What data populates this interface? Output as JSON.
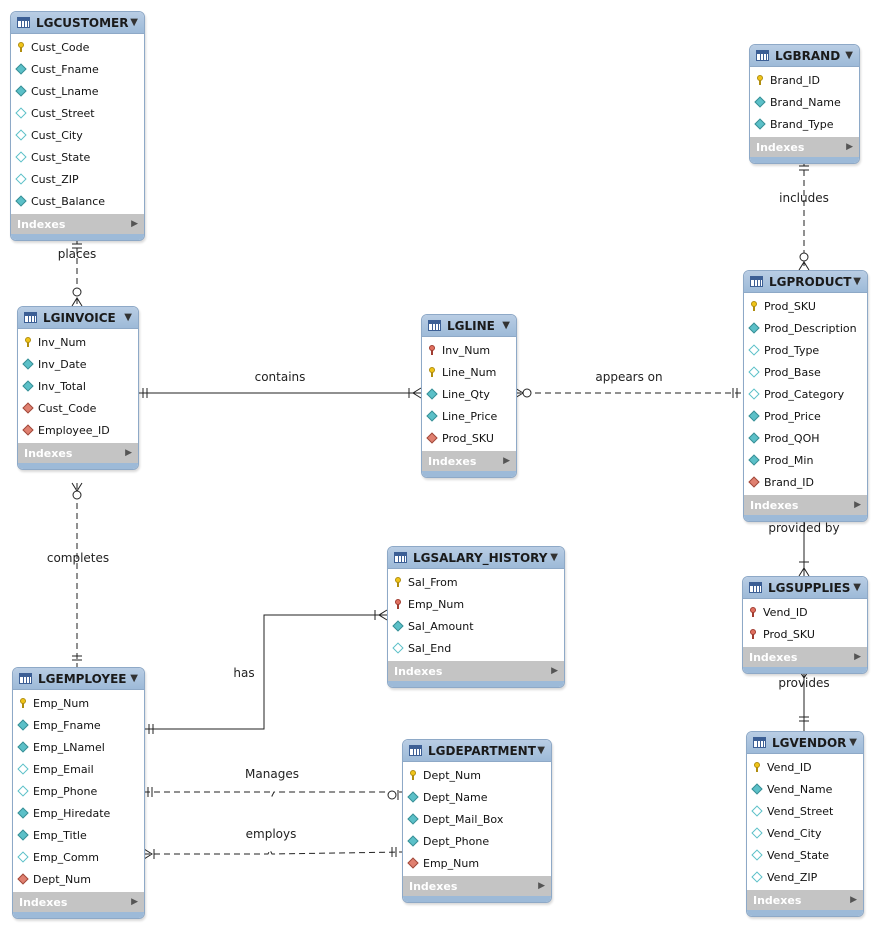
{
  "indexes_label": "Indexes",
  "tables": {
    "lgcustomer": {
      "title": "LGCUSTOMER",
      "columns": [
        {
          "name": "Cust_Code",
          "key": "pk"
        },
        {
          "name": "Cust_Fname",
          "key": "nn"
        },
        {
          "name": "Cust_Lname",
          "key": "nn"
        },
        {
          "name": "Cust_Street",
          "key": "nl"
        },
        {
          "name": "Cust_City",
          "key": "nl"
        },
        {
          "name": "Cust_State",
          "key": "nl"
        },
        {
          "name": "Cust_ZIP",
          "key": "nl"
        },
        {
          "name": "Cust_Balance",
          "key": "nn"
        }
      ]
    },
    "lgbrand": {
      "title": "LGBRAND",
      "columns": [
        {
          "name": "Brand_ID",
          "key": "pk"
        },
        {
          "name": "Brand_Name",
          "key": "nn"
        },
        {
          "name": "Brand_Type",
          "key": "nn"
        }
      ]
    },
    "lginvoice": {
      "title": "LGINVOICE",
      "columns": [
        {
          "name": "Inv_Num",
          "key": "pk"
        },
        {
          "name": "Inv_Date",
          "key": "nn"
        },
        {
          "name": "Inv_Total",
          "key": "nn"
        },
        {
          "name": "Cust_Code",
          "key": "fk"
        },
        {
          "name": "Employee_ID",
          "key": "fk"
        }
      ]
    },
    "lgline": {
      "title": "LGLINE",
      "columns": [
        {
          "name": "Inv_Num",
          "key": "pkfk"
        },
        {
          "name": "Line_Num",
          "key": "pk"
        },
        {
          "name": "Line_Qty",
          "key": "nn"
        },
        {
          "name": "Line_Price",
          "key": "nn"
        },
        {
          "name": "Prod_SKU",
          "key": "fk"
        }
      ]
    },
    "lgproduct": {
      "title": "LGPRODUCT",
      "columns": [
        {
          "name": "Prod_SKU",
          "key": "pk"
        },
        {
          "name": "Prod_Description",
          "key": "nn"
        },
        {
          "name": "Prod_Type",
          "key": "nl"
        },
        {
          "name": "Prod_Base",
          "key": "nl"
        },
        {
          "name": "Prod_Category",
          "key": "nl"
        },
        {
          "name": "Prod_Price",
          "key": "nn"
        },
        {
          "name": "Prod_QOH",
          "key": "nn"
        },
        {
          "name": "Prod_Min",
          "key": "nn"
        },
        {
          "name": "Brand_ID",
          "key": "fk"
        }
      ]
    },
    "lgsalary_history": {
      "title": "LGSALARY_HISTORY",
      "columns": [
        {
          "name": "Sal_From",
          "key": "pk"
        },
        {
          "name": "Emp_Num",
          "key": "pkfk"
        },
        {
          "name": "Sal_Amount",
          "key": "nn"
        },
        {
          "name": "Sal_End",
          "key": "nl"
        }
      ]
    },
    "lgsupplies": {
      "title": "LGSUPPLIES",
      "columns": [
        {
          "name": "Vend_ID",
          "key": "pkfk"
        },
        {
          "name": "Prod_SKU",
          "key": "pkfk"
        }
      ]
    },
    "lgemployee": {
      "title": "LGEMPLOYEE",
      "columns": [
        {
          "name": "Emp_Num",
          "key": "pk"
        },
        {
          "name": "Emp_Fname",
          "key": "nn"
        },
        {
          "name": "Emp_LNamel",
          "key": "nn"
        },
        {
          "name": "Emp_Email",
          "key": "nl"
        },
        {
          "name": "Emp_Phone",
          "key": "nl"
        },
        {
          "name": "Emp_Hiredate",
          "key": "nn"
        },
        {
          "name": "Emp_Title",
          "key": "nn"
        },
        {
          "name": "Emp_Comm",
          "key": "nl"
        },
        {
          "name": "Dept_Num",
          "key": "fk"
        }
      ]
    },
    "lgdepartment": {
      "title": "LGDEPARTMENT",
      "columns": [
        {
          "name": "Dept_Num",
          "key": "pk"
        },
        {
          "name": "Dept_Name",
          "key": "nn"
        },
        {
          "name": "Dept_Mail_Box",
          "key": "nn"
        },
        {
          "name": "Dept_Phone",
          "key": "nn"
        },
        {
          "name": "Emp_Num",
          "key": "fk"
        }
      ]
    },
    "lgvendor": {
      "title": "LGVENDOR",
      "columns": [
        {
          "name": "Vend_ID",
          "key": "pk"
        },
        {
          "name": "Vend_Name",
          "key": "nn"
        },
        {
          "name": "Vend_Street",
          "key": "nl"
        },
        {
          "name": "Vend_City",
          "key": "nl"
        },
        {
          "name": "Vend_State",
          "key": "nl"
        },
        {
          "name": "Vend_ZIP",
          "key": "nl"
        }
      ]
    }
  },
  "relationships": {
    "places": "places",
    "includes": "includes",
    "contains": "contains",
    "appears_on": "appears on",
    "completes": "completes",
    "provided_by": "provided by",
    "has": "has",
    "provides": "provides",
    "manages": "Manages",
    "employs": "employs"
  }
}
